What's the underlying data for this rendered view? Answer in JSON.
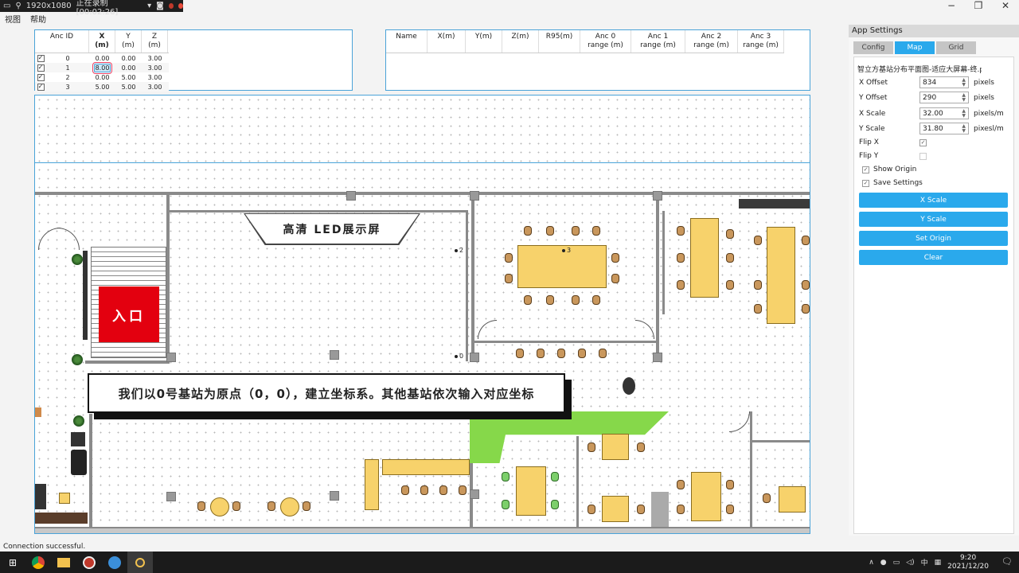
{
  "recorder": {
    "resolution": "1920x1080",
    "status": "正在录制 [00:02:26]"
  },
  "menu": [
    "视图",
    "帮助"
  ],
  "anchor_table": {
    "headers": [
      "Anc ID",
      "X\n(m)",
      "Y\n(m)",
      "Z\n(m)"
    ],
    "rows": [
      {
        "id": "0",
        "x": "0.00",
        "y": "0.00",
        "z": "3.00"
      },
      {
        "id": "1",
        "x": "8.00",
        "y": "0.00",
        "z": "3.00"
      },
      {
        "id": "2",
        "x": "0.00",
        "y": "5.00",
        "z": "3.00"
      },
      {
        "id": "3",
        "x": "5.00",
        "y": "5.00",
        "z": "3.00"
      }
    ]
  },
  "tag_table": {
    "headers": [
      "Name",
      "X(m)",
      "Y(m)",
      "Z(m)",
      "R95(m)",
      "Anc 0\nrange (m)",
      "Anc 1\nrange (m)",
      "Anc 2\nrange (m)",
      "Anc 3\nrange (m)"
    ]
  },
  "map": {
    "led_banner": "高清 LED展示屏",
    "entrance": "入口",
    "anchors": [
      "2",
      "3",
      "0"
    ],
    "caption": "我们以0号基站为原点（0，0），建立坐标系。其他基站依次输入对应坐标"
  },
  "settings": {
    "title": "App Settings",
    "tabs": [
      "Config",
      "Map",
      "Grid"
    ],
    "active_tab": "Map",
    "filename": "智立方基站分布平面图-适应大屏幕-终.png",
    "fields": [
      {
        "label": "X Offset",
        "value": "834",
        "unit": "pixels"
      },
      {
        "label": "Y Offset",
        "value": "290",
        "unit": "pixels"
      },
      {
        "label": "X Scale",
        "value": "32.00",
        "unit": "pixels/m"
      },
      {
        "label": "Y Scale",
        "value": "31.80",
        "unit": "pixesl/m"
      }
    ],
    "flip_x": "Flip X",
    "flip_y": "Flip Y",
    "show_origin": "Show Origin",
    "save_settings": "Save Settings",
    "buttons": [
      "X Scale",
      "Y Scale",
      "Set Origin",
      "Clear"
    ]
  },
  "status": "Connection successful.",
  "taskbar": {
    "time": "9:20",
    "date": "2021/12/20",
    "ime": "中"
  },
  "colors": {
    "accent": "#2aa9ec",
    "entrance": "#e3000f",
    "table": "#f7d26b",
    "green_zone": "#86d84a"
  }
}
